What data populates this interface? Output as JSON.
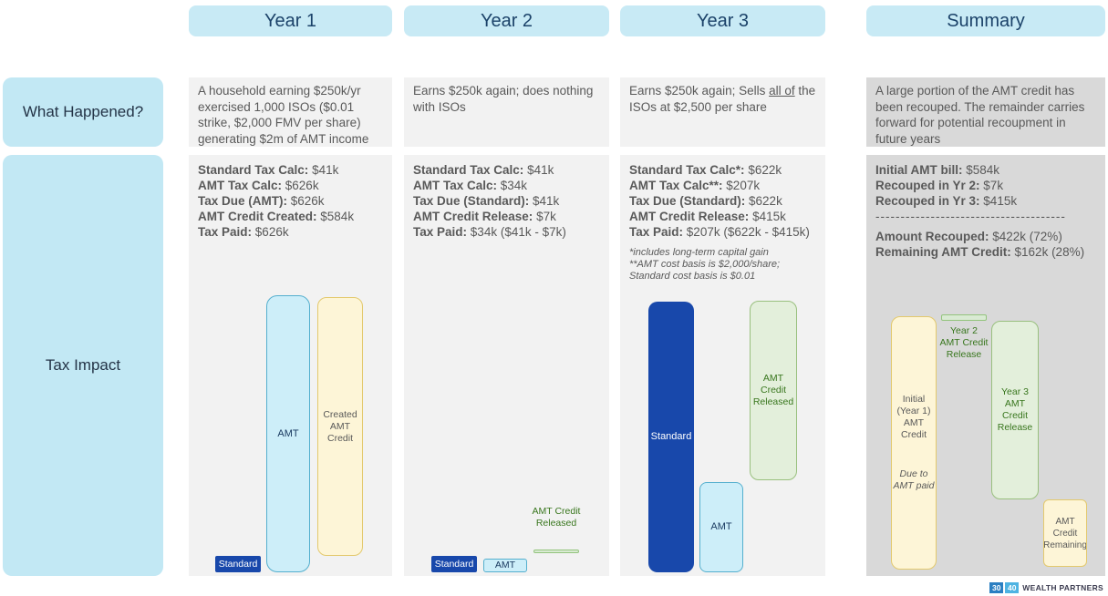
{
  "row_labels": {
    "what_happened": "What Happened?",
    "tax_impact": "Tax Impact"
  },
  "headers": {
    "year1": "Year 1",
    "year2": "Year 2",
    "year3": "Year 3",
    "summary": "Summary"
  },
  "year1": {
    "what_happened": "A household earning $250k/yr exercised 1,000 ISOs ($0.01 strike, $2,000 FMV per share) generating $2m of AMT income",
    "lines": [
      {
        "label": "Standard Tax Calc:",
        "value": "$41k"
      },
      {
        "label": "AMT Tax Calc:",
        "value": "$626k"
      },
      {
        "label": "Tax Due (AMT):",
        "value": "$626k"
      },
      {
        "label": "AMT Credit Created:",
        "value": "$584k"
      },
      {
        "label": "Tax Paid:",
        "value": "$626k"
      }
    ],
    "bars": {
      "standard": "Standard",
      "amt": "AMT",
      "credit": "Created AMT Credit"
    }
  },
  "year2": {
    "what_happened": "Earns $250k again; does nothing with ISOs",
    "lines": [
      {
        "label": "Standard Tax Calc:",
        "value": "$41k"
      },
      {
        "label": "AMT Tax Calc:",
        "value": "$34k"
      },
      {
        "label": "Tax Due (Standard):",
        "value": "$41k"
      },
      {
        "label": "AMT Credit Release:",
        "value": "$7k"
      },
      {
        "label": "Tax Paid:",
        "value": "$34k ($41k - $7k)"
      }
    ],
    "bars": {
      "standard": "Standard",
      "amt": "AMT",
      "released": "AMT Credit Released"
    }
  },
  "year3": {
    "what_happened_prefix": "Earns $250k again; Sells ",
    "what_happened_underline": "all of",
    "what_happened_suffix": " the ISOs at $2,500 per share",
    "lines": [
      {
        "label": "Standard Tax Calc*:",
        "value": "$622k"
      },
      {
        "label": "AMT Tax Calc**:",
        "value": "$207k"
      },
      {
        "label": "Tax Due (Standard):",
        "value": "$622k"
      },
      {
        "label": "AMT Credit Release:",
        "value": "$415k"
      },
      {
        "label": "Tax Paid:",
        "value": "$207k ($622k - $415k)"
      }
    ],
    "footnotes": [
      "*includes long-term capital gain",
      "**AMT cost basis is $2,000/share; Standard cost basis is $0.01"
    ],
    "bars": {
      "standard": "Standard",
      "amt": "AMT",
      "released": "AMT Credit Released"
    }
  },
  "summary": {
    "what_happened": "A large portion of the AMT credit has been recouped. The remainder carries forward for potential recoupment in future years",
    "lines": [
      {
        "label": "Initial AMT bill:",
        "value": "$584k"
      },
      {
        "label": "Recouped in Yr 2:",
        "value": "$7k"
      },
      {
        "label": "Recouped in Yr 3:",
        "value": "$415k"
      }
    ],
    "separator": "--------------------------------------",
    "totals": [
      {
        "label": "Amount Recouped:",
        "value": "$422k (72%)"
      },
      {
        "label": "Remaining AMT Credit:",
        "value": "$162k (28%)"
      }
    ],
    "bars": {
      "initial": "Initial (Year 1) AMT Credit",
      "initial_note": "Due to AMT paid",
      "year2_release": "Year 2 AMT Credit Release",
      "year3_release": "Year 3 AMT Credit Release",
      "remaining": "AMT Credit Remaining"
    }
  },
  "logo": {
    "block1": "30",
    "block2": "40",
    "text": "WEALTH PARTNERS"
  },
  "colors": {
    "header_bg": "#c8eaf5",
    "header_text": "#1b4269",
    "row_label_bg": "#c2e8f4",
    "panel_bg": "#f2f2f2",
    "summary_panel_bg": "#d9d9d9",
    "text_gray": "#595959",
    "bar_blue": "#1848ab",
    "bar_cyan_fill": "#cdeef9",
    "bar_cyan_border": "#54afce",
    "bar_yellow_fill": "#fdf5d7",
    "bar_yellow_border": "#e3c96d",
    "bar_green_fill": "#e3efdb",
    "bar_green_border": "#99c07e",
    "green_text": "#38761d",
    "navy_text": "#17375e"
  }
}
